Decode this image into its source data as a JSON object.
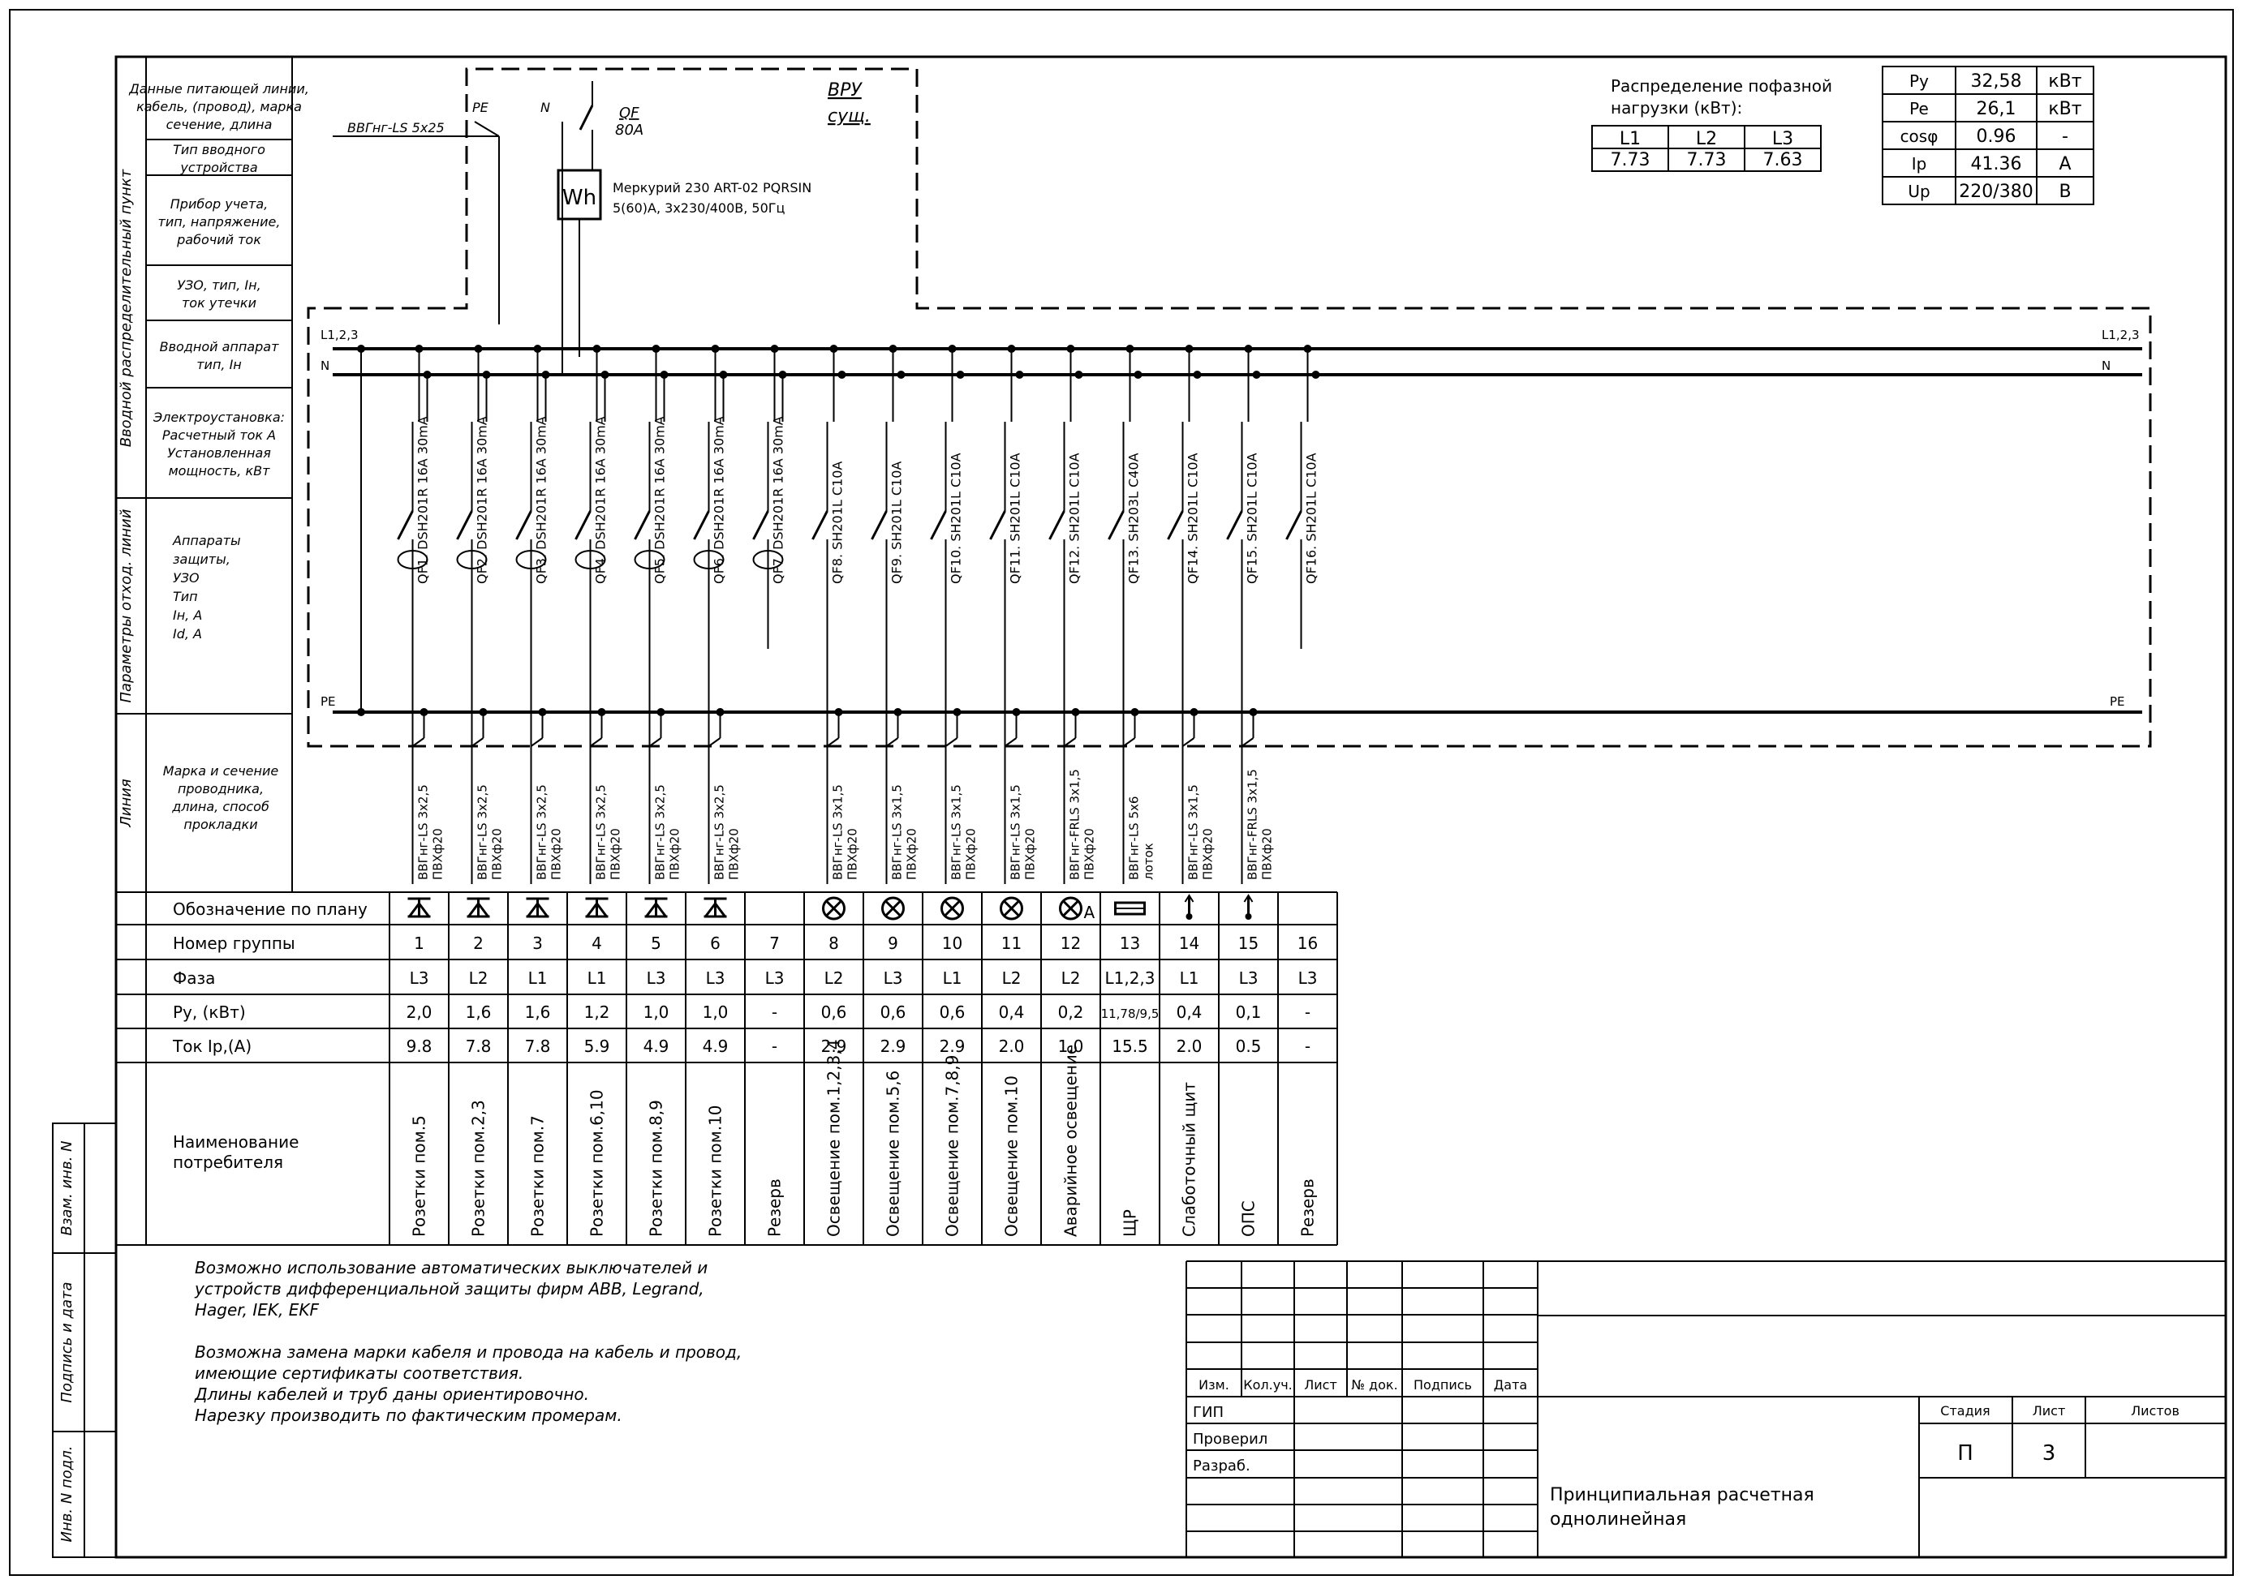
{
  "header": {
    "vru": "ВРУ",
    "vru_sub": "сущ.",
    "feeder_cable": "ВВГнг-LS 5х25",
    "pe_label": "PE",
    "n_label": "N",
    "qf_label": "QF",
    "qf_rating": "80А",
    "meter_symbol": "Wh",
    "meter_name": "Меркурий 230 ART-02 PQRSIN",
    "meter_spec": "5(60)А, 3х230/400В, 50Гц",
    "bus_l": "L1,2,3",
    "bus_n": "N",
    "bus_pe": "PE"
  },
  "phase_load": {
    "title1": "Распределение пофазной",
    "title2": "нагрузки (кВт):",
    "headers": [
      "L1",
      "L2",
      "L3"
    ],
    "values": [
      "7.73",
      "7.73",
      "7.63"
    ]
  },
  "summary": [
    {
      "label": "Py",
      "value": "32,58",
      "unit": "кВт"
    },
    {
      "label": "Pe",
      "value": "26,1",
      "unit": "кВт"
    },
    {
      "label": "cosφ",
      "value": "0.96",
      "unit": "-"
    },
    {
      "label": "Ip",
      "value": "41.36",
      "unit": "А"
    },
    {
      "label": "Up",
      "value": "220/380",
      "unit": "В"
    }
  ],
  "left_labels": {
    "r1": [
      "Данные питающей линии,",
      "кабель, (провод), марка",
      "сечение, длина"
    ],
    "r2": [
      "Тип вводного",
      "устройства"
    ],
    "r3": [
      "Прибор учета,",
      "тип, напряжение,",
      "рабочий ток"
    ],
    "r4": [
      "УЗО, тип, Iн,",
      "ток утечки"
    ],
    "r5": [
      "Вводной аппарат",
      "тип, Iн"
    ],
    "r6": [
      "Электроустановка:",
      "Расчетный ток А",
      "Установленная",
      "мощность, кВт"
    ],
    "r7": [
      "Аппараты",
      "защиты,",
      "УЗО",
      "Тип",
      "Iн, А",
      "Id, А"
    ],
    "r8": [
      "Марка и сечение",
      "проводника,",
      "длина, способ",
      "прокладки"
    ],
    "vert1": "Вводной распределительный пункт",
    "vert2": "Параметры отход. линий",
    "vert3": "Линия"
  },
  "breakers": [
    "QF1. DSH201R 16A 30mA",
    "QF2. DSH201R 16A 30mA",
    "QF3. DSH201R 16A 30mA",
    "QF4. DSH201R 16A 30mA",
    "QF5. DSH201R 16A 30mA",
    "QF6. DSH201R 16A 30mA",
    "QF7. DSH201R 16A 30mA",
    "QF8. SH201L C10A",
    "QF9. SH201L C10A",
    "QF10. SH201L C10A",
    "QF11. SH201L C10A",
    "QF12. SH201L C10A",
    "QF13. SH203L C40A",
    "QF14. SH201L C10A",
    "QF15. SH201L C10A",
    "QF16. SH201L C10A"
  ],
  "cables": [
    [
      "ВВГнг-LS 3х2,5",
      "ПВХф20"
    ],
    [
      "ВВГнг-LS 3х2,5",
      "ПВХф20"
    ],
    [
      "ВВГнг-LS 3х2,5",
      "ПВХф20"
    ],
    [
      "ВВГнг-LS 3х2,5",
      "ПВХф20"
    ],
    [
      "ВВГнг-LS 3х2,5",
      "ПВХф20"
    ],
    [
      "ВВГнг-LS 3х2,5",
      "ПВХф20"
    ],
    [
      "",
      ""
    ],
    [
      "ВВГнг-LS 3х1,5",
      "ПВХф20"
    ],
    [
      "ВВГнг-LS 3х1,5",
      "ПВХф20"
    ],
    [
      "ВВГнг-LS 3х1,5",
      "ПВХф20"
    ],
    [
      "ВВГнг-LS 3х1,5",
      "ПВХф20"
    ],
    [
      "ВВГнг-FRLS 3х1,5",
      "ПВХф20"
    ],
    [
      "ВВГнг-LS 5х6",
      "лоток"
    ],
    [
      "ВВГнг-LS 3х1,5",
      "ПВХф20"
    ],
    [
      "ВВГнг-FRLS 3х1,5",
      "ПВХф20"
    ],
    [
      "",
      ""
    ]
  ],
  "table": {
    "row_labels": {
      "plan": "Обозначение по плану",
      "group": "Номер группы",
      "phase": "Фаза",
      "py": "Pу, (кВт)",
      "ip": "Ток Ip,(А)",
      "name1": "Наименование",
      "name2": "потребителя"
    },
    "icons": [
      "socket-icon",
      "socket-icon",
      "socket-icon",
      "socket-icon",
      "socket-icon",
      "socket-icon",
      "",
      "lamp-icon",
      "lamp-icon",
      "lamp-icon",
      "lamp-icon",
      "emergency-lamp-icon",
      "panel-icon",
      "low-current-icon",
      "low-current-icon",
      ""
    ],
    "emergency_suffix": "А",
    "groups": [
      "1",
      "2",
      "3",
      "4",
      "5",
      "6",
      "7",
      "8",
      "9",
      "10",
      "11",
      "12",
      "13",
      "14",
      "15",
      "16"
    ],
    "phases": [
      "L3",
      "L2",
      "L1",
      "L1",
      "L3",
      "L3",
      "L3",
      "L2",
      "L3",
      "L1",
      "L2",
      "L2",
      "L1,2,3",
      "L1",
      "L3",
      "L3"
    ],
    "py": [
      "2,0",
      "1,6",
      "1,6",
      "1,2",
      "1,0",
      "1,0",
      "-",
      "0,6",
      "0,6",
      "0,6",
      "0,4",
      "0,2",
      "11,78/9,5",
      "0,4",
      "0,1",
      "-"
    ],
    "ip": [
      "9.8",
      "7.8",
      "7.8",
      "5.9",
      "4.9",
      "4.9",
      "-",
      "2.9",
      "2.9",
      "2.9",
      "2.0",
      "1.0",
      "15.5",
      "2.0",
      "0.5",
      "-"
    ],
    "names": [
      "Розетки пом.5",
      "Розетки пом.2,3",
      "Розетки пом.7",
      "Розетки пом.6,10",
      "Розетки пом.8,9",
      "Розетки пом.10",
      "Резерв",
      "Освещение пом.1,2,3,4",
      "Освещение пом.5,6",
      "Освещение пом.7,8,9",
      "Освещение пом.10",
      "Аварийное освещение",
      "ЩР",
      "Слаботочный щит",
      "ОПС",
      "Резерв"
    ]
  },
  "notes": [
    "Возможно использование автоматических выключателей и",
    "устройств дифференциальной защиты фирм ABB, Legrand,",
    "Hager, IEK, EKF",
    "",
    "Возможна замена марки кабеля и провода на кабель и провод,",
    "имеющие сертификаты соответствия.",
    "Длины кабелей и труб даны ориентировочно.",
    "Нарезку производить по фактическим промерам."
  ],
  "side_stamp": [
    "Взам. инв. N",
    "Подпись и дата",
    "Инв. N подл."
  ],
  "title_block": {
    "cols": [
      "Изм.",
      "Кол.уч.",
      "Лист",
      "№ док.",
      "Подпись",
      "Дата"
    ],
    "roles": [
      "ГИП",
      "Проверил",
      "Разраб."
    ],
    "stage_h": "Стадия",
    "sheet_h": "Лист",
    "sheets_h": "Листов",
    "stage": "П",
    "sheet": "3",
    "title1": "Принципиальная расчетная",
    "title2": "однолинейная"
  }
}
